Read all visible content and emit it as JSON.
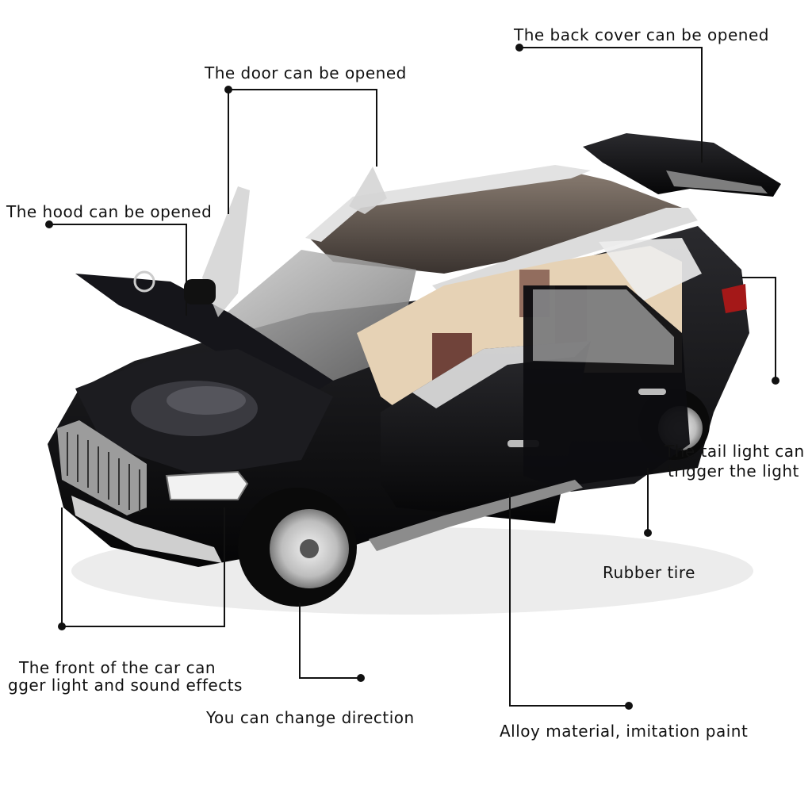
{
  "colors": {
    "background": "#ffffff",
    "car_body": "#0d0d0f",
    "interior": "#e6d2b5",
    "callout_line": "#111111"
  },
  "callouts": {
    "back_cover": "The back cover can be opened",
    "door": "The door can be opened",
    "hood": "The hood can be opened",
    "tail_light_line1": "The tail light can",
    "tail_light_line2": "trigger the light",
    "rubber_tire": "Rubber tire",
    "front_line1": "The front of the car can",
    "front_line2": "gger light and sound effects",
    "direction": "You can change direction",
    "alloy": "Alloy material, imitation paint"
  }
}
